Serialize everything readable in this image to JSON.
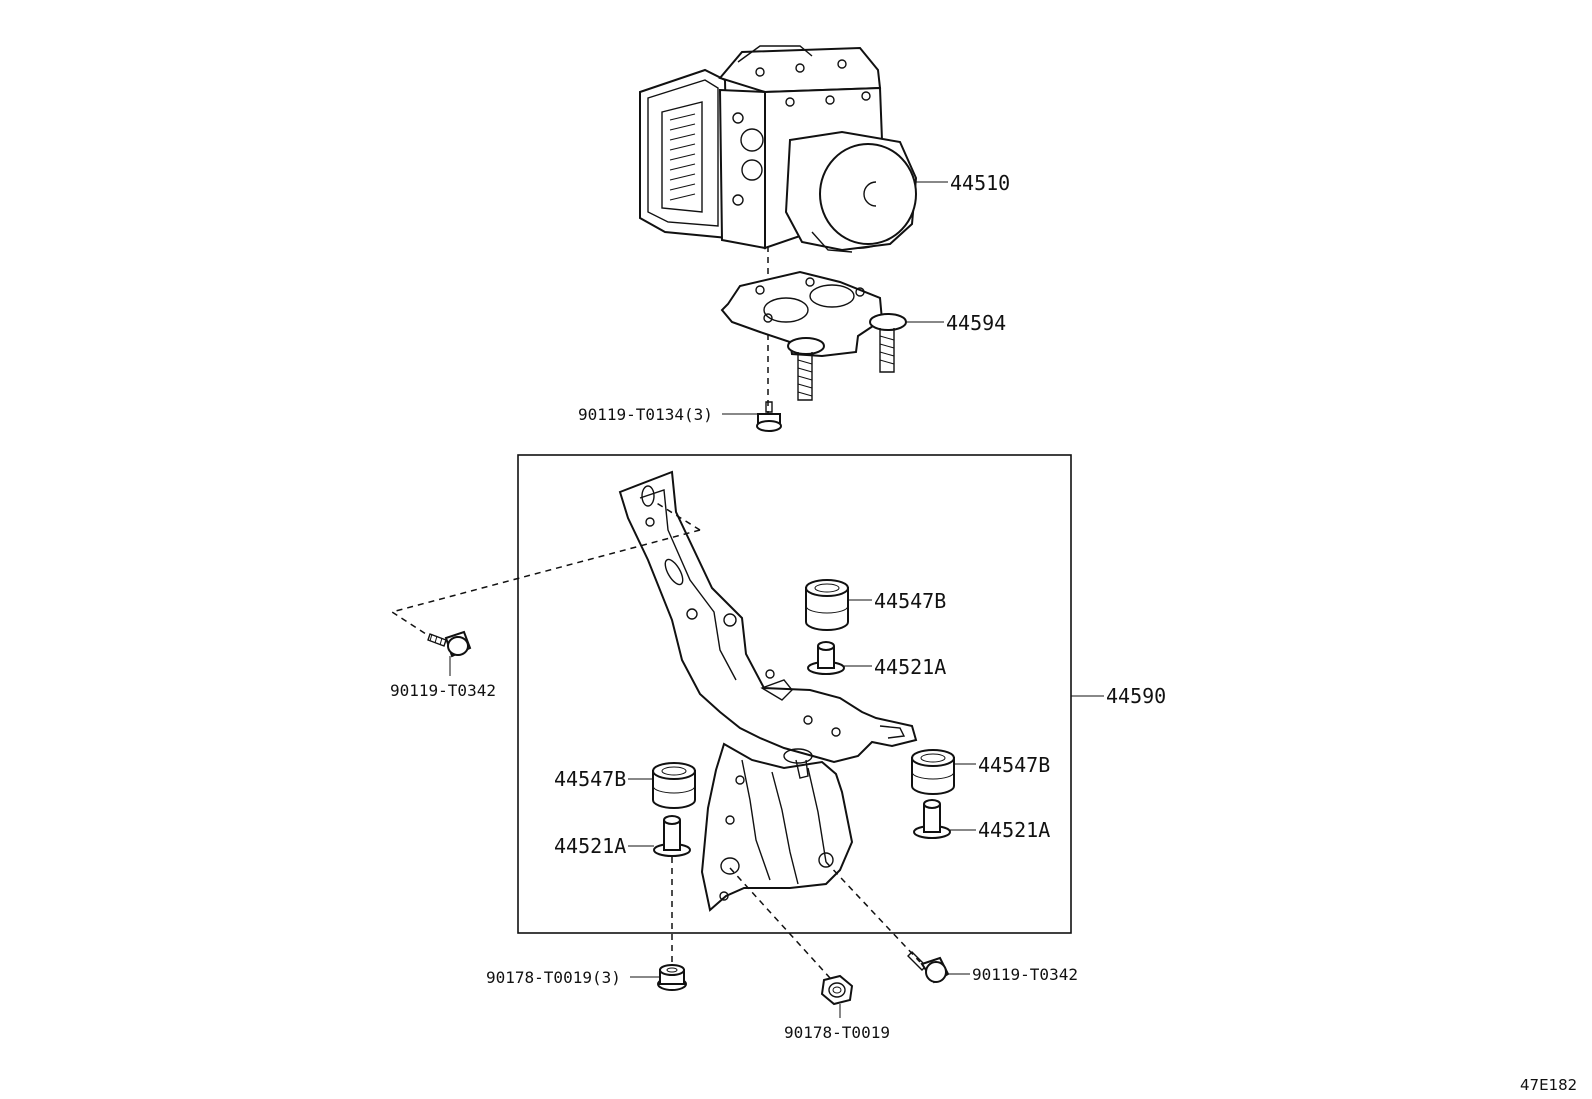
{
  "parts": {
    "actuator": "44510",
    "actuator_bracket": "44594",
    "upper_bolt": "90119-T0134(3)",
    "left_bolt": "90119-T0342",
    "bracket_assembly": "44590",
    "cushion_top": "44547B",
    "collar_top": "44521A",
    "cushion_left": "44547B",
    "collar_left": "44521A",
    "cushion_right": "44547B",
    "collar_right": "44521A",
    "nut_left": "90178-T0019(3)",
    "nut_center": "90178-T0019",
    "bolt_right": "90119-T0342"
  },
  "diagram_code": "47E182"
}
